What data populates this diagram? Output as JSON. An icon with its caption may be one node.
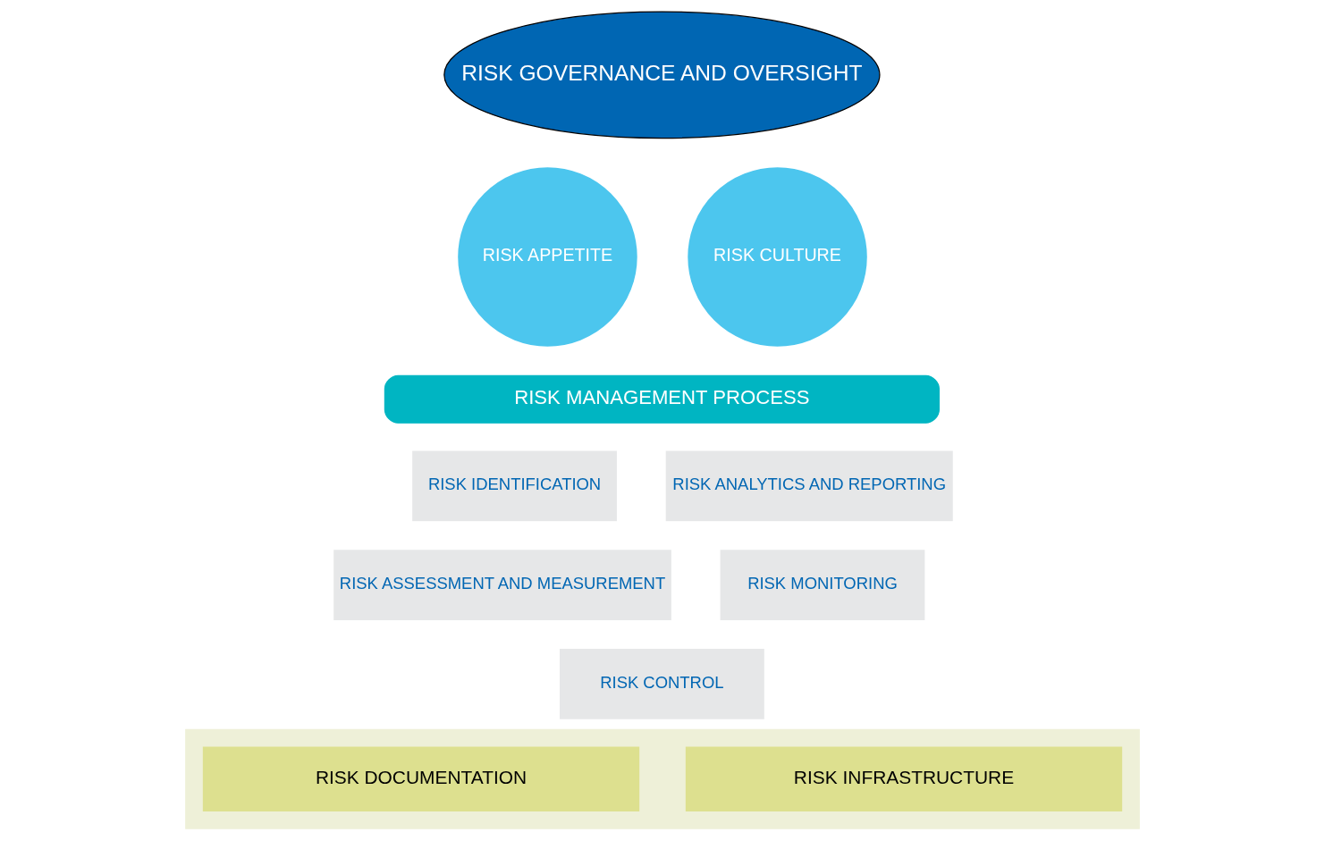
{
  "diagram": {
    "nodes": [
      {
        "text": [
          "RISK GOVERNANCE AND OVERSIGHT"
        ]
      },
      {
        "text": [
          "RISK APPETITE"
        ]
      },
      {
        "text": [
          "RISK CULTURE"
        ]
      },
      {
        "text": [
          "RISK MANAGEMENT PROCESS"
        ]
      },
      {
        "text": [
          "RISK IDENTIFICATION"
        ]
      },
      {
        "text": [
          "RISK ANALYTICS AND REPORTING"
        ]
      },
      {
        "text": [
          "RISK ASSESSMENT AND MEASUREMENT"
        ]
      },
      {
        "text": [
          "RISK MONITORING"
        ]
      },
      {
        "text": [
          "RISK CONTROL"
        ]
      },
      {
        "text": [],
        "shape": "box"
      },
      {
        "text": [
          "RISK DOCUMENTATION"
        ],
        "in": 9
      },
      {
        "text": [
          "RISK INFRASTRUCTURE"
        ],
        "in": 9
      }
    ]
  }
}
